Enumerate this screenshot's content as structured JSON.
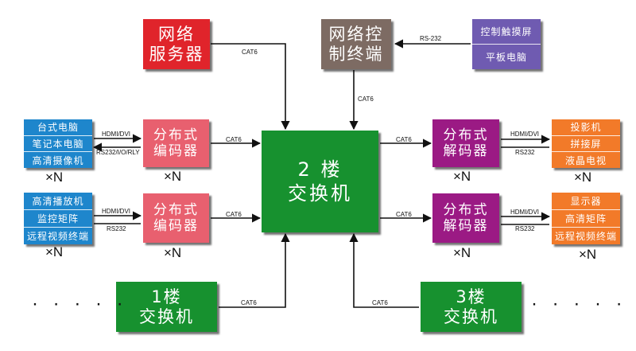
{
  "colors": {
    "red": "#e0242b",
    "gray_brown": "#7d6b63",
    "purple_list": "#6f5bb1",
    "green": "#17912f",
    "blue": "#1e86cc",
    "pink": "#e8606f",
    "magenta": "#9b1a84",
    "orange": "#f27a29",
    "line": "#111111"
  },
  "nodes": {
    "network_server": {
      "line1": "网络",
      "line2": "服务器"
    },
    "network_control": {
      "line1": "网络控",
      "line2": "制终端"
    },
    "touch_panel": {
      "rows": [
        "控制触摸屏",
        "平板电脑"
      ]
    },
    "switch_2f": {
      "line1": "2 楼",
      "line2": "交换机"
    },
    "switch_1f": {
      "line1": "1楼",
      "line2": "交换机"
    },
    "switch_3f": {
      "line1": "3楼",
      "line2": "交换机"
    },
    "sources_top": {
      "rows": [
        "台式电脑",
        "笔记本电脑",
        "高清摄像机"
      ]
    },
    "sources_bottom": {
      "rows": [
        "高清播放机",
        "监控矩阵",
        "远程视频终端"
      ]
    },
    "encoder_top": {
      "line1": "分布式",
      "line2": "编码器"
    },
    "encoder_bottom": {
      "line1": "分布式",
      "line2": "编码器"
    },
    "decoder_top": {
      "line1": "分布式",
      "line2": "解码器"
    },
    "decoder_bottom": {
      "line1": "分布式",
      "line2": "解码器"
    },
    "displays_top": {
      "rows": [
        "投影机",
        "拼接屏",
        "液晶电视"
      ]
    },
    "displays_bottom": {
      "rows": [
        "显示器",
        "高清矩阵",
        "远程视频终端"
      ]
    }
  },
  "labels": {
    "cat6": "CAT6",
    "rs232": "RS232",
    "rs232_dash": "RS-232",
    "hdmi_dvi": "HDMI/DVI",
    "rs232_io_rly": "RS232/I/O/RLY",
    "times_n": "×N",
    "ellipsis": "· · · · ·"
  }
}
